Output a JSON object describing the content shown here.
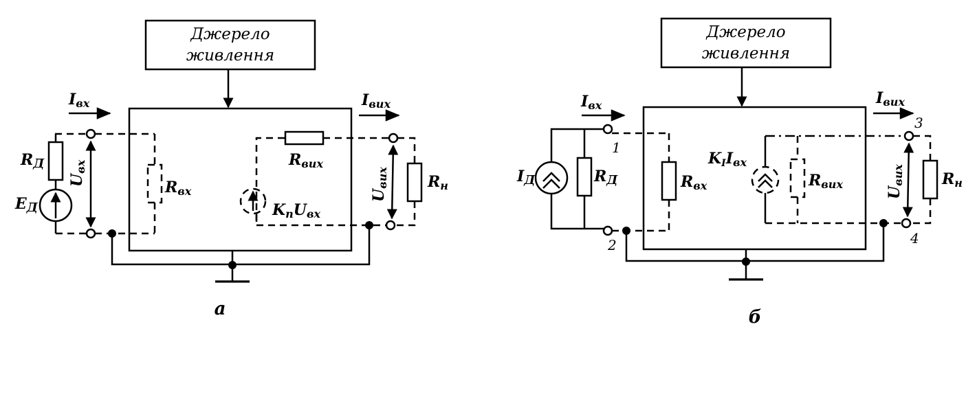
{
  "diagram_a": {
    "supply_line1": "Джерело",
    "supply_line2": "живлення",
    "I_in": "I",
    "I_in_sub": "вх",
    "I_out": "I",
    "I_out_sub": "вих",
    "R_source": "R",
    "R_source_sub": "Д",
    "E_source": "E",
    "E_source_sub": "Д",
    "U_in": "U",
    "U_in_sub": "вх",
    "R_in": "R",
    "R_in_sub": "вх",
    "R_out": "R",
    "R_out_sub": "вих",
    "gain": "K",
    "gain_sub": "п",
    "gain_var": "U",
    "gain_var_sub": "вх",
    "U_out": "U",
    "U_out_sub": "вих",
    "R_load": "R",
    "R_load_sub": "н",
    "caption": "а"
  },
  "diagram_b": {
    "supply_line1": "Джерело",
    "supply_line2": "живлення",
    "I_in": "I",
    "I_in_sub": "вх",
    "I_out": "I",
    "I_out_sub": "вих",
    "I_source": "I",
    "I_source_sub": "Д",
    "R_source": "R",
    "R_source_sub": "Д",
    "R_in": "R",
    "R_in_sub": "вх",
    "gain": "K",
    "gain_sub": "I",
    "gain_var": "I",
    "gain_var_sub": "вх",
    "R_out": "R",
    "R_out_sub": "вих",
    "U_out": "U",
    "U_out_sub": "вих",
    "R_load": "R",
    "R_load_sub": "н",
    "node1": "1",
    "node2": "2",
    "node3": "3",
    "node4": "4",
    "caption": "б"
  }
}
